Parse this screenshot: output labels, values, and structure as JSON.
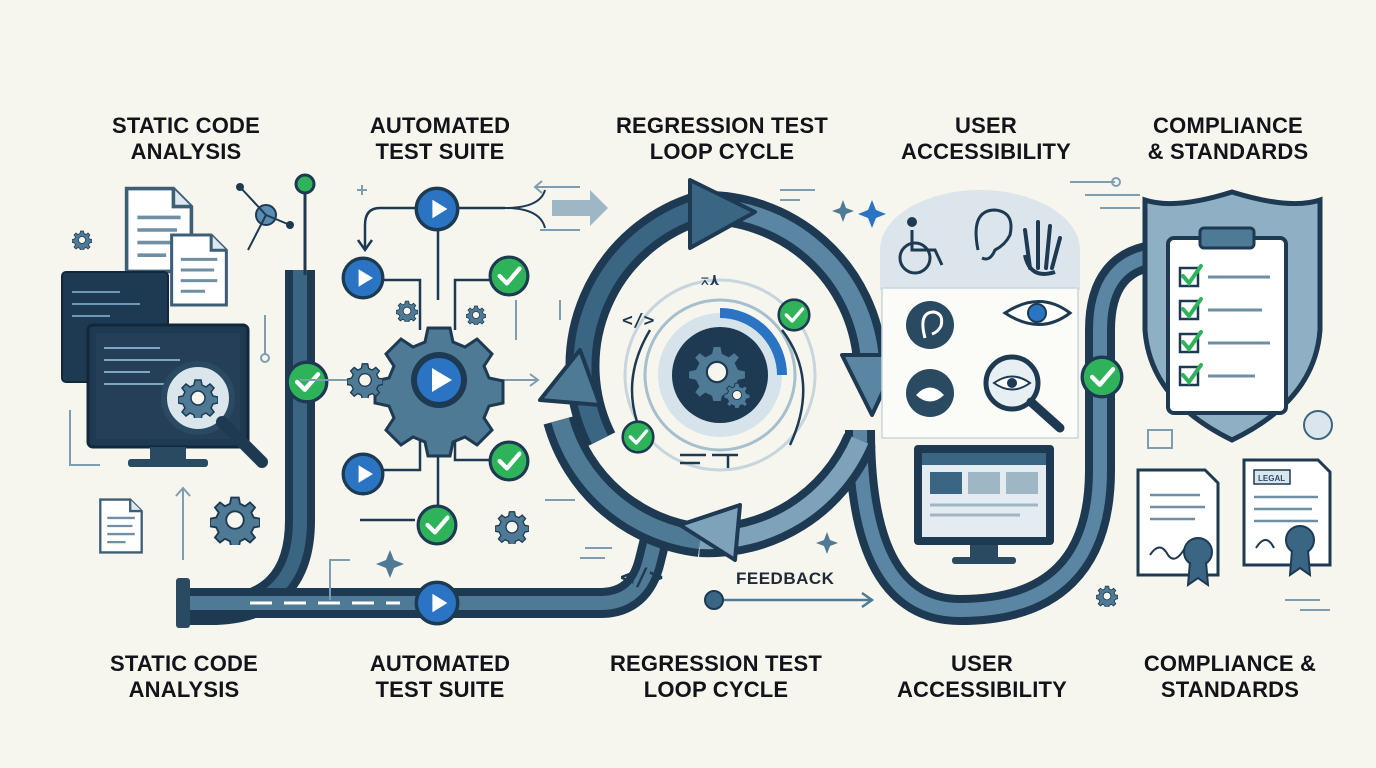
{
  "top_labels": [
    {
      "line1": "STATIC CODE",
      "line2": "ANALYSIS"
    },
    {
      "line1": "AUTOMATED",
      "line2": "TEST SUITE"
    },
    {
      "line1": "REGRESSION TEST",
      "line2": "LOOP CYCLE"
    },
    {
      "line1": "USER",
      "line2": "ACCESSIBILITY"
    },
    {
      "line1": "COMPLIANCE",
      "line2": "& STANDARDS"
    }
  ],
  "bottom_labels": [
    {
      "line1": "STATIC CODE",
      "line2": "ANALYSIS"
    },
    {
      "line1": "AUTOMATED",
      "line2": "TEST SUITE"
    },
    {
      "line1": "REGRESSION TEST",
      "line2": "LOOP CYCLE"
    },
    {
      "line1": "USER",
      "line2": "ACCESSIBILITY"
    },
    {
      "line1": "COMPLIANCE &",
      "line2": "STANDARDS"
    }
  ],
  "feedback_label": "FEEDBACK",
  "legal_tag": "LEGAL",
  "colors": {
    "background": "#f7f6ee",
    "navy": "#1f3f57",
    "steel": "#4f7a95",
    "light_steel": "#8fb0c4",
    "pass_green": "#2fb35a",
    "play_blue": "#2b74c4"
  }
}
